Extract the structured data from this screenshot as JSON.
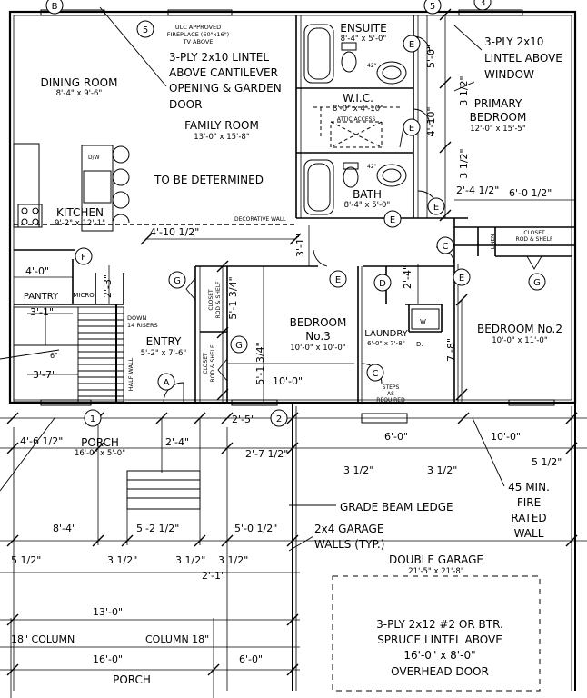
{
  "plan": {
    "rooms": {
      "dining": {
        "name": "DINING ROOM",
        "size": "8'-4\" x 9'-6\""
      },
      "family": {
        "name": "FAMILY ROOM",
        "size": "13'-0\" x 15'-8\""
      },
      "tbd": "TO BE DETERMINED",
      "kitchen": {
        "name": "KITCHEN",
        "size": "9'-2\" x 12'-1\""
      },
      "ensuite": {
        "name": "ENSUITE",
        "size": "8'-4\" x 5'-0\""
      },
      "wic": {
        "name": "W.I.C.",
        "size": "8'-0\" x 4'-10\""
      },
      "attic": "ATTIC ACCESS",
      "bath": {
        "name": "BATH",
        "size": "8'-4\" x 5'-0\""
      },
      "primary": {
        "name1": "PRIMARY",
        "name2": "BEDROOM",
        "size": "12'-0\" x 15'-5\""
      },
      "bed3": {
        "name1": "BEDROOM",
        "name2": "No.3",
        "size": "10'-0\" x 10'-0\""
      },
      "bed2": {
        "name": "BEDROOM No.2",
        "size": "10'-0\" x 11'-0\""
      },
      "laundry": {
        "name": "LAUNDRY",
        "size": "6'-0\" x 7'-8\""
      },
      "entry": {
        "name": "ENTRY",
        "size": "5'-2\" x 7'-6\""
      },
      "porch_front": {
        "name": "PORCH",
        "size": "16'-0\" x 5'-0\""
      },
      "garage": {
        "name": "DOUBLE GARAGE",
        "size": "21'-5\" x 21'-8\""
      },
      "pantry": "PANTRY",
      "micro": "MICRO.",
      "porch_rear": "PORCH"
    },
    "notes": {
      "ulc1": "ULC APPROVED",
      "ulc2": "FIREPLACE (60\"x16\")",
      "ulc3": "TV ABOVE",
      "lintel1_l1": "3-PLY 2x10 LINTEL",
      "lintel1_l2": "ABOVE CANTILEVER",
      "lintel1_l3": "OPENING & GARDEN",
      "lintel1_l4": "DOOR",
      "lintel2_l1": "3-PLY 2x10",
      "lintel2_l2": "LINTEL ABOVE",
      "lintel2_l3": "WINDOW",
      "decorative_wall": "DECORATIVE WALL",
      "linen": "LINEN",
      "closet_bed2": "CLOSET",
      "rod_shelf": "ROD & SHELF",
      "closet_v": "CLOSET",
      "rod_shelf_v": "ROD & SHELF",
      "down": "DOWN",
      "risers": "14 RISERS",
      "half_wall": "HALF WALL",
      "steps1": "STEPS",
      "steps2": "AS",
      "steps3": "REQUIRED",
      "dw": "D/W",
      "w": "W",
      "d": "D.",
      "grade_beam": "GRADE BEAM LEDGE",
      "garage_walls1": "2x4 GARAGE",
      "garage_walls2": "WALLS (TYP.)",
      "fire1": "45 MIN.",
      "fire2": "FIRE",
      "fire3": "RATED",
      "fire4": "WALL",
      "ohd1": "3-PLY 2x12 #2 OR BTR.",
      "ohd2": "SPRUCE LINTEL ABOVE",
      "ohd3": "16'-0\" x 8'-0\"",
      "ohd4": "OVERHEAD DOOR",
      "col_left": "18\" COLUMN",
      "col_right": "COLUMN 18\"",
      "sink42a": "42\"",
      "sink42b": "42\""
    },
    "dims": {
      "d1": "5'-0\"",
      "d2": "4'-10\"",
      "d3": "3 1/2\"",
      "d4": "3 1/2\"",
      "d5": "2'-4 1/2\"",
      "d6": "6'-0 1/2\"",
      "d7": "4'-10 1/2\"",
      "d8": "3'-1\"",
      "d9": "4'-0\"",
      "d10": "2'-3\"",
      "d11": "5'-1 3/4\"",
      "d12": "5'-1 3/4\"",
      "d13": "2'-4\"",
      "d14": "7'-8\"",
      "d15": "3'-1\"",
      "d16": "6\"",
      "d17": "3'-7\"",
      "d18": "10'-0\"",
      "d19": "4'-6 1/2\"",
      "d20": "2'-4\"",
      "d21": "2'-5\"",
      "d22": "2'-7 1/2\"",
      "d23": "6'-0\"",
      "d24": "10'-0\"",
      "d25": "3 1/2\"",
      "d26": "3 1/2\"",
      "d27": "5 1/2\"",
      "d28": "8'-4\"",
      "d29": "5'-2 1/2\"",
      "d30": "5'-0 1/2\"",
      "d31": "5 1/2\"",
      "d32": "3 1/2\"",
      "d33": "3 1/2\"",
      "d34": "3 1/2\"",
      "d35": "2'-1\"",
      "d36": "13'-0\"",
      "d37": "16'-0\"",
      "d38": "6'-0\""
    },
    "door_tags": {
      "g1": "G",
      "e1": "E",
      "e2": "E",
      "e3": "E",
      "e4": "E",
      "e5": "E",
      "c1": "C",
      "c2": "C",
      "d1": "D",
      "e6": "E",
      "g2": "G",
      "g3": "G",
      "f1": "F",
      "a1": "A"
    },
    "window_tags": {
      "w5a": "5",
      "w5b": "5",
      "w1": "1",
      "w2": "2"
    },
    "section_tags": {
      "b": "B",
      "s3": "3"
    }
  }
}
